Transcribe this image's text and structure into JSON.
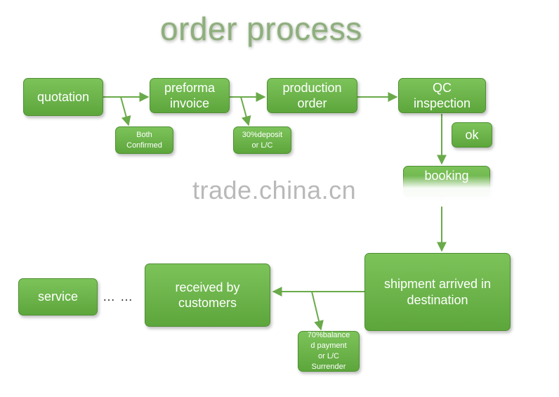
{
  "title": "order process",
  "watermark": "trade.china.cn",
  "ellipsis": "… …",
  "steps": {
    "quotation": "quotation",
    "preforma_invoice": "preforma\ninvoice",
    "production_order": "production\norder",
    "qc_inspection": "QC\ninspection",
    "ok": "ok",
    "booking": "booking",
    "shipment": "shipment arrived in\ndestination",
    "received": "received by\ncustomers",
    "service": "service"
  },
  "notes": {
    "both_confirmed": "Both\nConfirmed",
    "deposit": "30%deposit\nor L/C",
    "balance": "70%balance\nd payment\nor L/C\nSurrender"
  },
  "colors": {
    "box_fill": "#6ab848",
    "arrow": "#6aaa4a",
    "title": "#8fae7e"
  }
}
